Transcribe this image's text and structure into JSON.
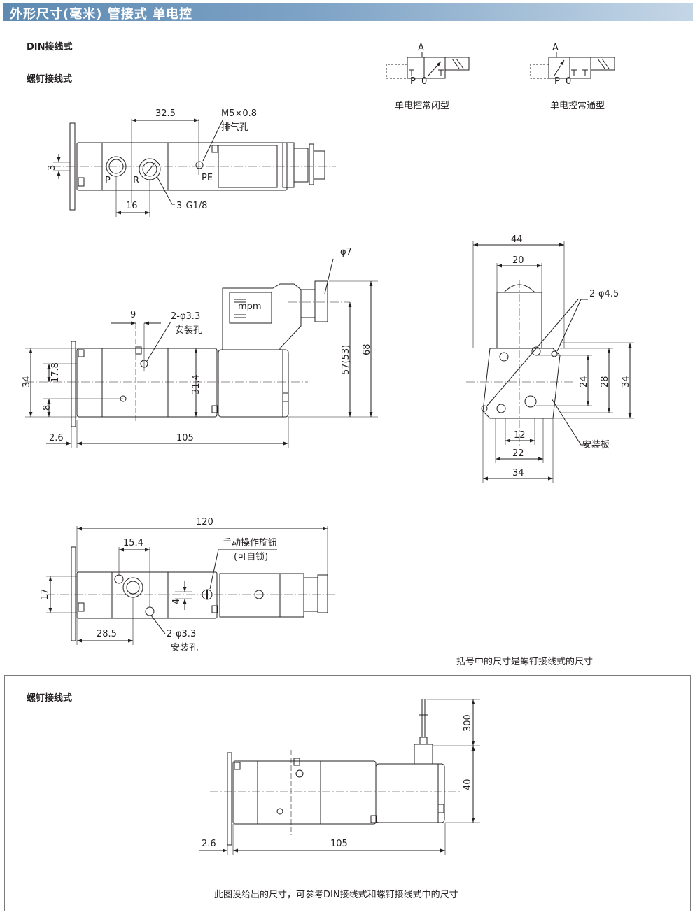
{
  "header": {
    "title": "外形尺寸(毫米)  管接式  单电控",
    "color": "#5e8ab2"
  },
  "labels": {
    "din": "DIN接线式",
    "screw": "螺钉接线式",
    "nc": "单电控常闭型",
    "no": "单电控常通型",
    "bracket_note": "括号中的尺寸是螺钉接线式的尺寸",
    "screw_section": "螺钉接线式",
    "screw_note": "此图没给出的尺寸，可参考DIN接线式和螺钉接线式中的尺寸"
  },
  "symbols": {
    "port_a": "A",
    "port_p": "P",
    "port_0": "0"
  },
  "view_top": {
    "d32_5": "32.5",
    "m5": "M5×0.8",
    "exhaust": "排气孔",
    "d3": "3",
    "port_p": "P",
    "port_r": "R",
    "port_pe": "PE",
    "d16": "16",
    "g18": "3-G1/8"
  },
  "view_front": {
    "phi7": "φ7",
    "d9": "9",
    "hole2": "2-φ3.3",
    "mount_hole": "安装孔",
    "logo": "mpm",
    "d34": "34",
    "d17_8": "17.8",
    "d8": "8",
    "d31_4": "31.4",
    "d57": "57(53)",
    "d68": "68",
    "d2_6": "2.6",
    "d105": "105"
  },
  "view_side": {
    "d44": "44",
    "d20": "20",
    "hole2": "2-φ4.5",
    "d24": "24",
    "d28": "28",
    "d34": "34",
    "d12": "12",
    "d22": "22",
    "d34b": "34",
    "plate": "安装板"
  },
  "view_bottom": {
    "d120": "120",
    "d15_4": "15.4",
    "knob": "手动操作旋钮",
    "lock": "(可自锁)",
    "d17": "17",
    "d4": "4",
    "d28_5": "28.5",
    "hole2": "2-φ3.3",
    "mount_hole": "安装孔"
  },
  "view_screw": {
    "d300": "300",
    "d40": "40",
    "d2_6": "2.6",
    "d105": "105"
  }
}
